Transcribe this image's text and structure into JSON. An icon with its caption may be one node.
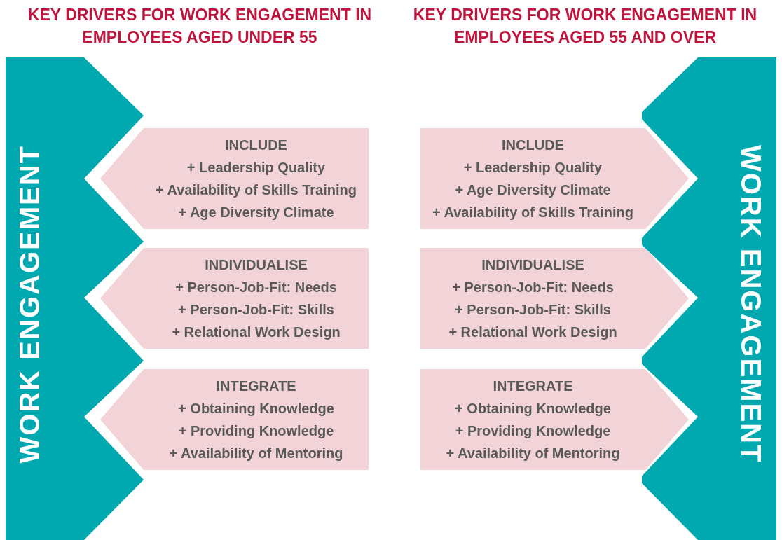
{
  "diagram": {
    "nodes": [
      {
        "text": [
          "WORK ENGAGEMENT"
        ]
      },
      {
        "text": [
          "INCLUDE",
          "+ Leadership Quality",
          "+ Availability of Skills Training",
          "+ Age Diversity Climate"
        ]
      },
      {
        "text": [
          "INDIVIDUALISE",
          "+ Person-Job-Fit: Needs",
          "+ Person-Job-Fit: Skills",
          "+ Relational Work Design"
        ]
      },
      {
        "text": [
          "INTEGRATE",
          "+ Obtaining Knowledge",
          "+ Providing Knowledge",
          "+ Availability of Mentoring"
        ]
      },
      {
        "text": [
          "INCLUDE",
          "+ Leadership Quality",
          "+ Age Diversity Climate",
          "+ Availability of Skills Training"
        ]
      },
      {
        "text": [
          "INDIVIDUALISE",
          "+ Person-Job-Fit: Needs",
          "+ Person-Job-Fit: Skills",
          "+ Relational Work Design"
        ]
      },
      {
        "text": [
          "INTEGRATE",
          "+ Obtaining Knowledge",
          "+ Providing Knowledge",
          "+ Availability of Mentoring"
        ]
      },
      {
        "text": [
          "WORK ENGAGEMENT"
        ]
      }
    ],
    "labels": [
      "KEY DRIVERS FOR WORK ENGAGEMENT IN EMPLOYEES AGED UNDER 55",
      "KEY DRIVERS FOR WORK ENGAGEMENT IN EMPLOYEES AGED 55 AND OVER"
    ]
  }
}
